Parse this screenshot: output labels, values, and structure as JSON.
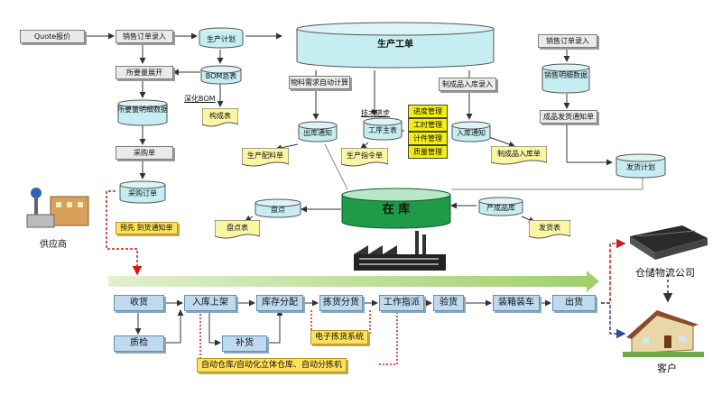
{
  "top": {
    "quote": "Quote报价",
    "sales_order_entry": "销售订单录入",
    "production_plan": "生产计划",
    "production_order": "生产工单",
    "sales_order_entry_2": "销售订单录入",
    "requirement_expand": "所要量展开",
    "bom_table": "BOM总表",
    "deepen_bom": "深化BOM",
    "material_calc": "物料需求自动计算",
    "finished_goods_inbound": "制成品入库录入",
    "sales_detail_data": "销售明细数据",
    "requirement_detail_data": "所要量明细数据",
    "composition_table": "构成表",
    "process_improvement": "技术进步",
    "issue_notice": "出库通知",
    "process_master": "工序主表",
    "inbound_notice": "入库通知",
    "product_ship_notice": "成品发货通知单",
    "progress_mgmt": "进度管理",
    "work_mgmt": "工时管理",
    "piece_mgmt": "计件管理",
    "quality_mgmt": "质量管理",
    "production_material_list": "生产配料单",
    "production_instruction": "生产指令单",
    "finished_inbound_list": "制成品入库单",
    "ship_plan": "发货计划",
    "purchase_list": "采购单",
    "purchase_order": "采购订单",
    "in_stock": "在 库",
    "stocktake": "盘点",
    "stocktake_table": "盘点表",
    "product_stock": "产成品库",
    "ship_table": "发货表",
    "advance_notice": "预先 到货通知单",
    "supplier": "供应商"
  },
  "process": {
    "steps": [
      "收货",
      "入库上架",
      "库存分配",
      "拣货分货",
      "工作指派",
      "验货",
      "装箱装车",
      "出货"
    ],
    "quality_check": "质检",
    "replenish": "补货",
    "e_picking": "电子拣货系统",
    "automation": "自动仓库/自动化立体仓库、自动分拣机"
  },
  "external": {
    "logistics": "仓储物流公司",
    "customer": "客户"
  },
  "colors": {
    "cyl_blue": "#c6eef2",
    "green": "#1f9a49",
    "process_blue": "#bfd9ee",
    "yellow": "#f3ee0d",
    "doc_yellow": "#fbf6a4",
    "red": "#d11a1a"
  }
}
